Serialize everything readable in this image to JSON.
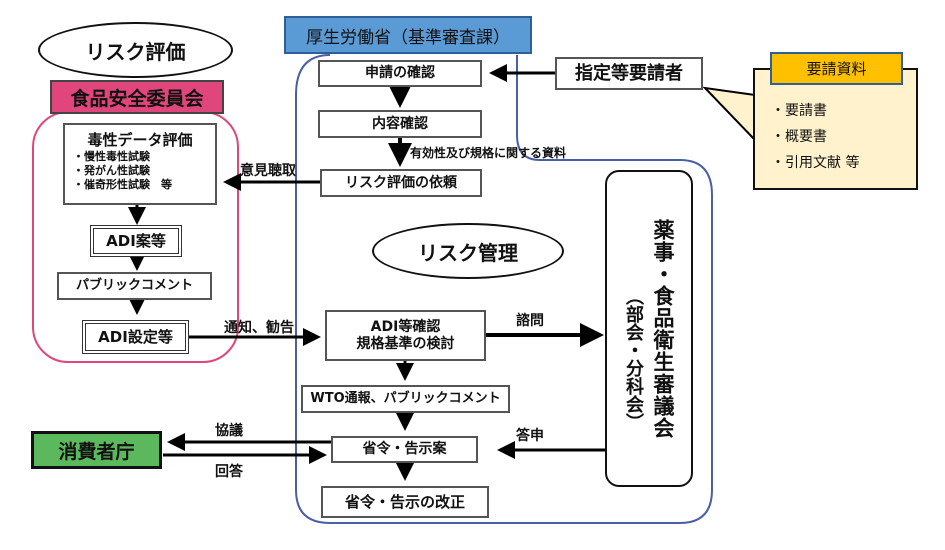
{
  "risk_assessment": {
    "title": "リスク評価",
    "committee": "食品安全委員会",
    "committee_color": "#e0457b",
    "tox_eval": {
      "title": "毒性データ評価",
      "items": [
        "・慢性毒性試験",
        "・発がん性試験",
        "・催奇形性試験　等"
      ]
    },
    "adi_draft": "ADI案等",
    "public_comment": "パブリックコメント",
    "adi_setting": "ADI設定等"
  },
  "mhlw": {
    "title": "厚生労働省（基準審査課）",
    "title_color": "#5b9bd5",
    "border_color": "#4a5fa8",
    "steps": {
      "application_check": "申請の確認",
      "content_check": "内容確認",
      "risk_request": "リスク評価の依頼",
      "adi_review_line1": "ADI等確認",
      "adi_review_line2": "規格基準の検討",
      "wto_notice": "WTO通報、パブリックコメント",
      "ordinance_draft": "省令・告示案",
      "ordinance_revision": "省令・告示の改正"
    },
    "risk_management": "リスク管理",
    "council": "薬事・食品衛生審議会",
    "council_sub": "（部会・分科会）"
  },
  "applicant": "指定等要請者",
  "request_docs": {
    "title": "要請資料",
    "title_color": "#ffc000",
    "bg_color": "#fff2cc",
    "items": [
      "・要請書",
      "・概要書",
      "・引用文献 等"
    ]
  },
  "consumer_agency": {
    "label": "消費者庁",
    "color": "#5cb85c"
  },
  "edge_labels": {
    "opinion_hearing": "意見聴取",
    "validity_docs": "有効性及び規格に関する資料",
    "notice": "通知、勧告",
    "consultation": "諮問",
    "report": "答申",
    "discussion": "協議",
    "reply": "回答"
  }
}
